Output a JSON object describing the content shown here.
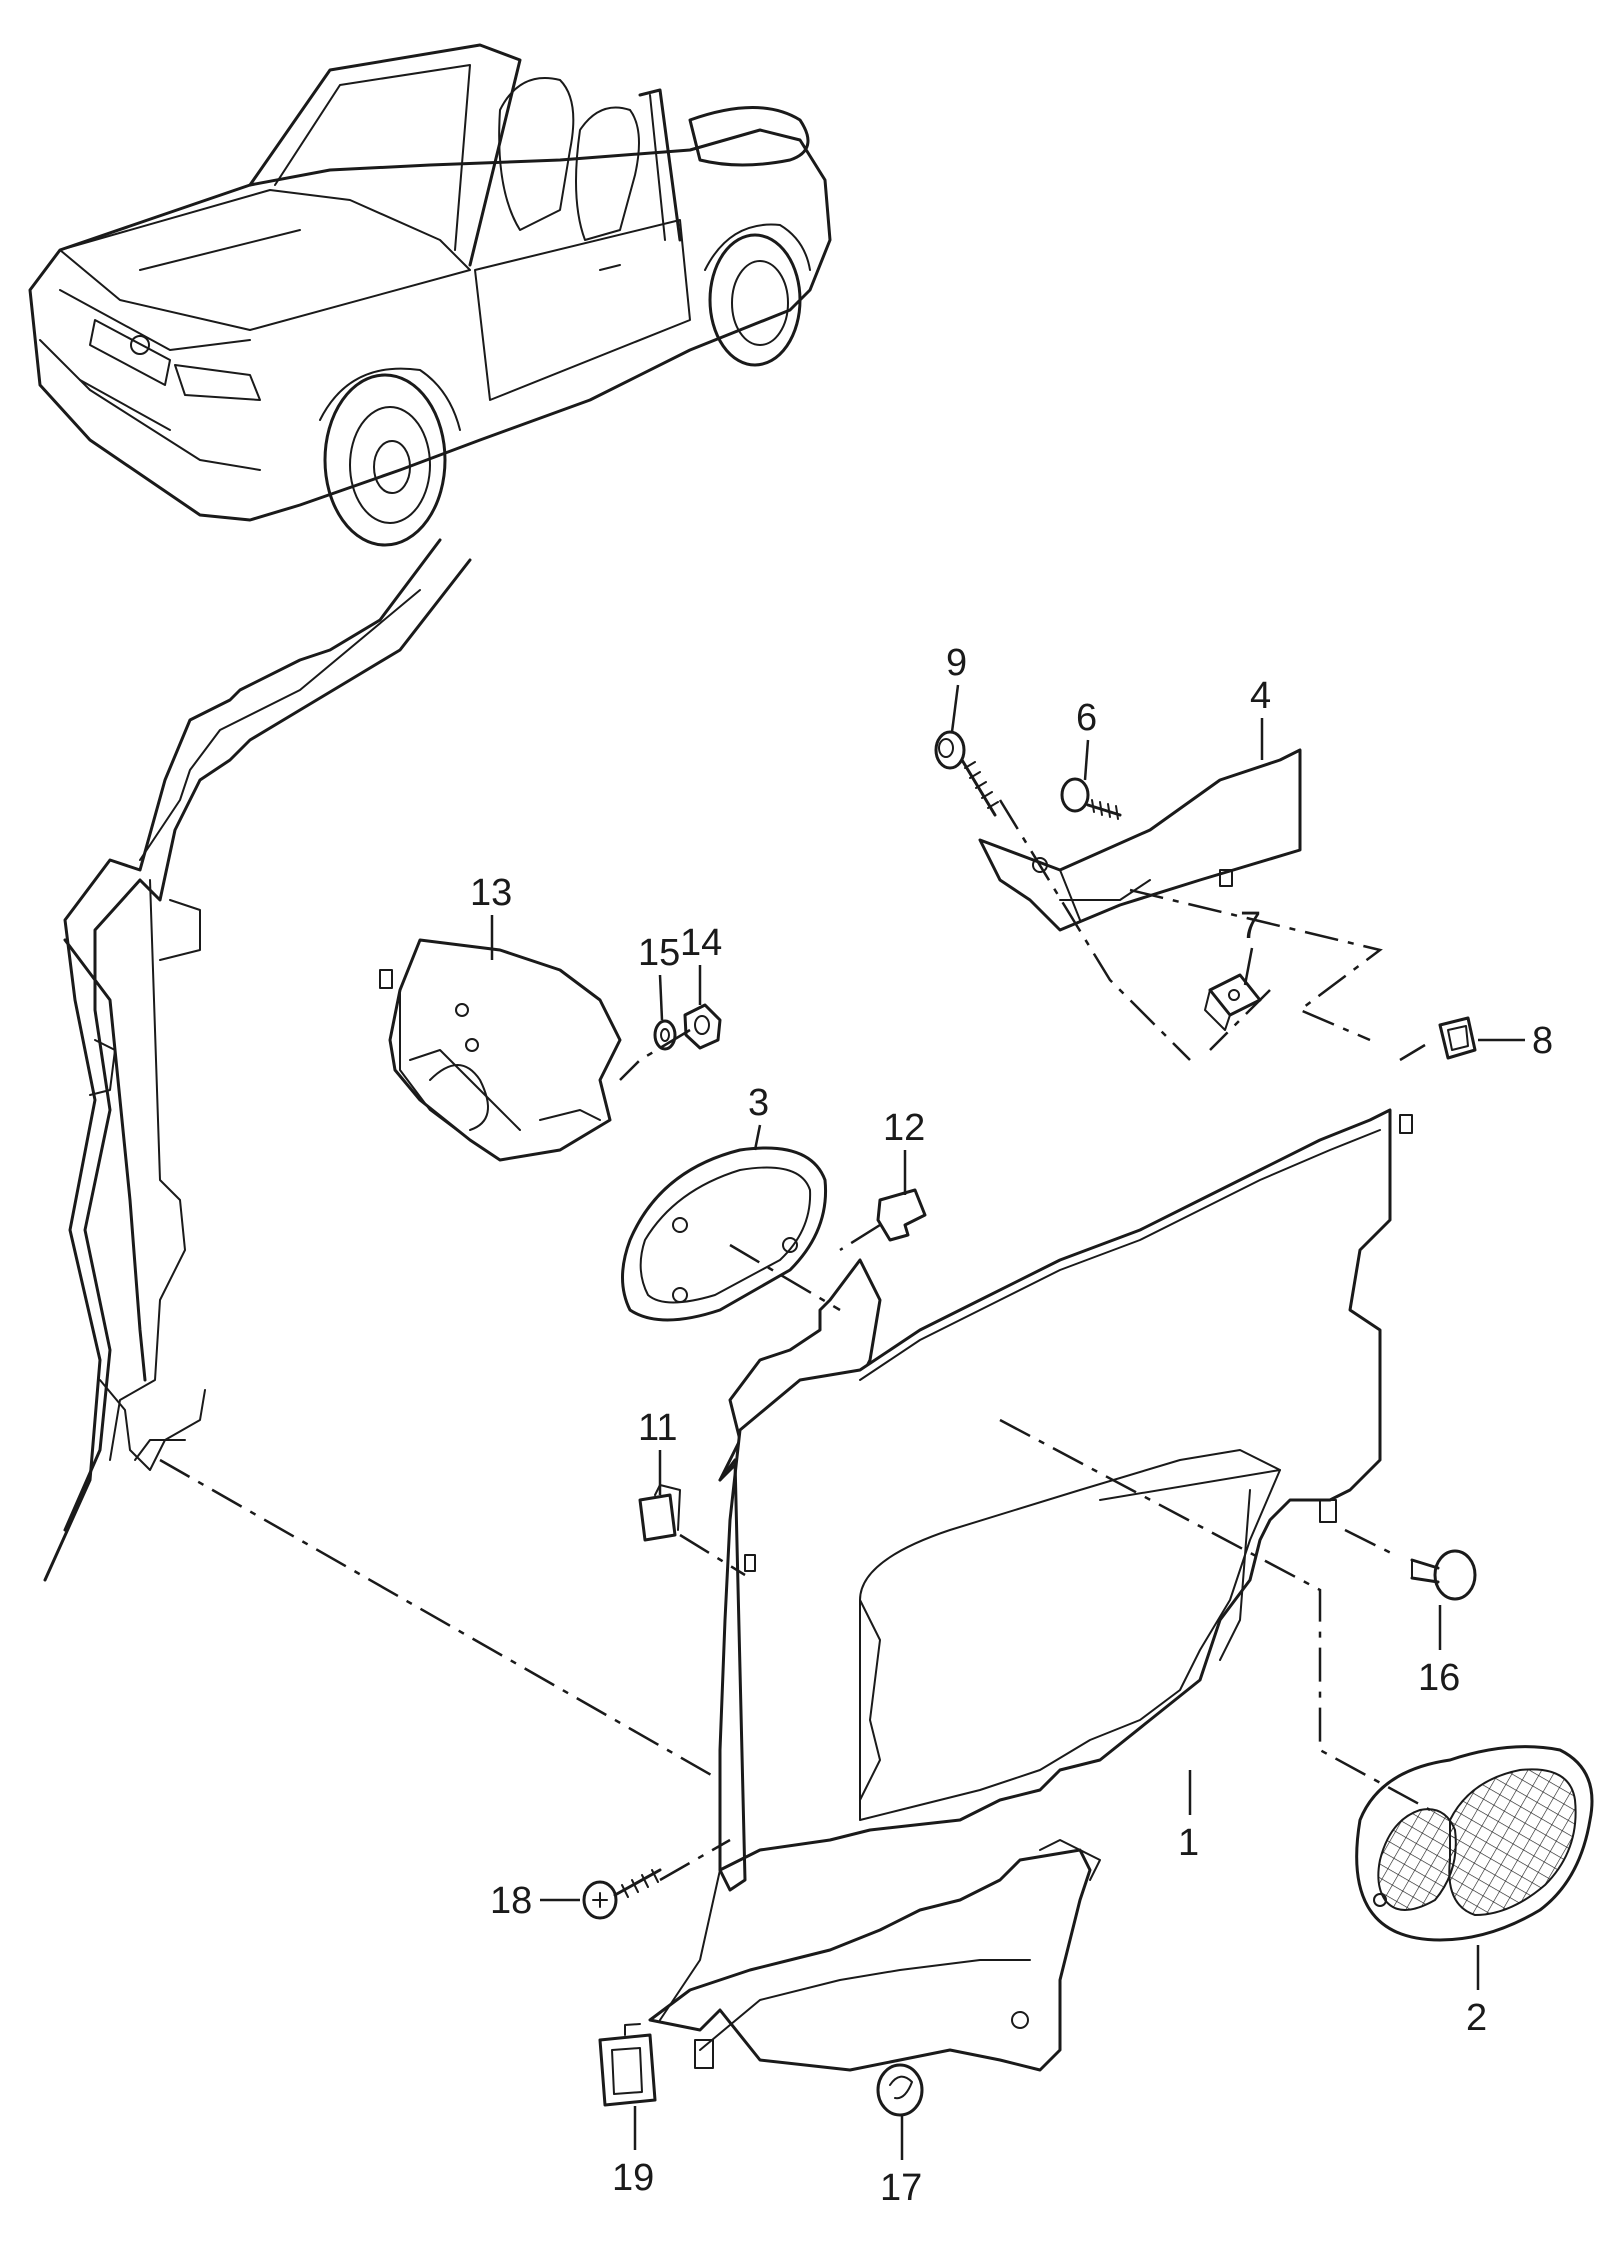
{
  "callouts": [
    {
      "id": "1",
      "text": "1"
    },
    {
      "id": "2",
      "text": "2"
    },
    {
      "id": "3",
      "text": "3"
    },
    {
      "id": "4",
      "text": "4"
    },
    {
      "id": "6",
      "text": "6"
    },
    {
      "id": "7",
      "text": "7"
    },
    {
      "id": "8",
      "text": "8"
    },
    {
      "id": "9",
      "text": "9"
    },
    {
      "id": "11",
      "text": "11"
    },
    {
      "id": "12",
      "text": "12"
    },
    {
      "id": "13",
      "text": "13"
    },
    {
      "id": "14",
      "text": "14"
    },
    {
      "id": "15",
      "text": "15"
    },
    {
      "id": "16",
      "text": "16"
    },
    {
      "id": "17",
      "text": "17"
    },
    {
      "id": "18",
      "text": "18"
    },
    {
      "id": "19",
      "text": "19"
    }
  ]
}
